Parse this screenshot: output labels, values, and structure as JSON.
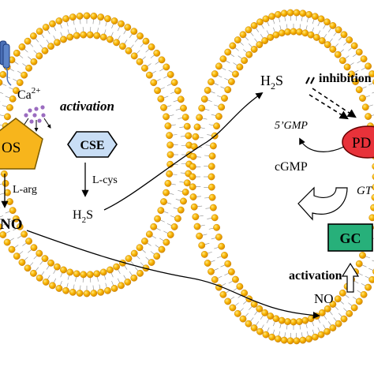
{
  "left_cell": {
    "enzyme_partial": "OS",
    "calcium": "Ca",
    "calcium_charge": "2+",
    "activation_label": "activation",
    "cse_label": "CSE",
    "l_arg": "L-arg",
    "l_cys": "L-cys",
    "no_label": "NO",
    "h2s": "H",
    "h2s_sub": "2",
    "h2s_tail": "S"
  },
  "right_cell": {
    "h2s": "H",
    "h2s_sub": "2",
    "h2s_tail": "S",
    "inhibition_label": "inhibition",
    "pde_partial": "PD",
    "gmp5": "5’GMP",
    "cgmp": "cGMP",
    "gtp_partial": "GT",
    "gc_label": "GC",
    "activation_label": "activation",
    "no_label": "NO"
  },
  "colors": {
    "bead": "#f5a800",
    "bead_highlight": "#ffd64a",
    "tail": "#8a8a8a",
    "nos_fill": "#f7b51c",
    "cse_fill": "#c9def5",
    "pde_fill": "#e8323a",
    "gc_fill": "#27b07a",
    "receptor": "#4a6fb5",
    "ca_dot": "#9b6cc0"
  }
}
